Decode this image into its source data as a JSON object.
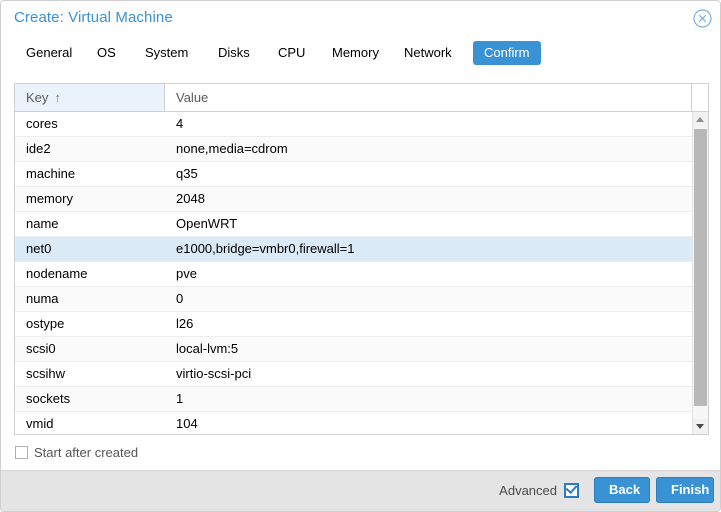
{
  "window": {
    "title": "Create: Virtual Machine",
    "close_icon": "close-circle-icon"
  },
  "tabs": [
    {
      "label": "General",
      "active": false
    },
    {
      "label": "OS",
      "active": false
    },
    {
      "label": "System",
      "active": false
    },
    {
      "label": "Disks",
      "active": false
    },
    {
      "label": "CPU",
      "active": false
    },
    {
      "label": "Memory",
      "active": false
    },
    {
      "label": "Network",
      "active": false
    },
    {
      "label": "Confirm",
      "active": true
    }
  ],
  "grid": {
    "columns": [
      {
        "label": "Key",
        "sorted": true,
        "sort_arrow": "↑"
      },
      {
        "label": "Value",
        "sorted": false,
        "sort_arrow": ""
      }
    ],
    "rows": [
      {
        "key": "cores",
        "value": "4"
      },
      {
        "key": "ide2",
        "value": "none,media=cdrom"
      },
      {
        "key": "machine",
        "value": "q35"
      },
      {
        "key": "memory",
        "value": "2048"
      },
      {
        "key": "name",
        "value": "OpenWRT"
      },
      {
        "key": "net0",
        "value": "e1000,bridge=vmbr0,firewall=1"
      },
      {
        "key": "nodename",
        "value": "pve"
      },
      {
        "key": "numa",
        "value": "0"
      },
      {
        "key": "ostype",
        "value": "l26"
      },
      {
        "key": "scsi0",
        "value": "local-lvm:5"
      },
      {
        "key": "scsihw",
        "value": "virtio-scsi-pci"
      },
      {
        "key": "sockets",
        "value": "1"
      },
      {
        "key": "vmid",
        "value": "104"
      }
    ],
    "selected_row_index": 5
  },
  "scrollbar": {
    "up_icon": "chevron-up-icon",
    "down_icon": "chevron-down-icon"
  },
  "options": {
    "start_after_created_label": "Start after created",
    "start_after_created_checked": false
  },
  "footer": {
    "advanced_label": "Advanced",
    "advanced_checked": true,
    "back_label": "Back",
    "finish_label": "Finish"
  },
  "colors": {
    "accent": "#3892d4",
    "accent_border": "#2b7cc0",
    "title_text": "#3892d4",
    "selected_row": "#dbeaf7",
    "sorted_header": "#eaf3fb",
    "footer_bg": "#e4e4e4"
  }
}
